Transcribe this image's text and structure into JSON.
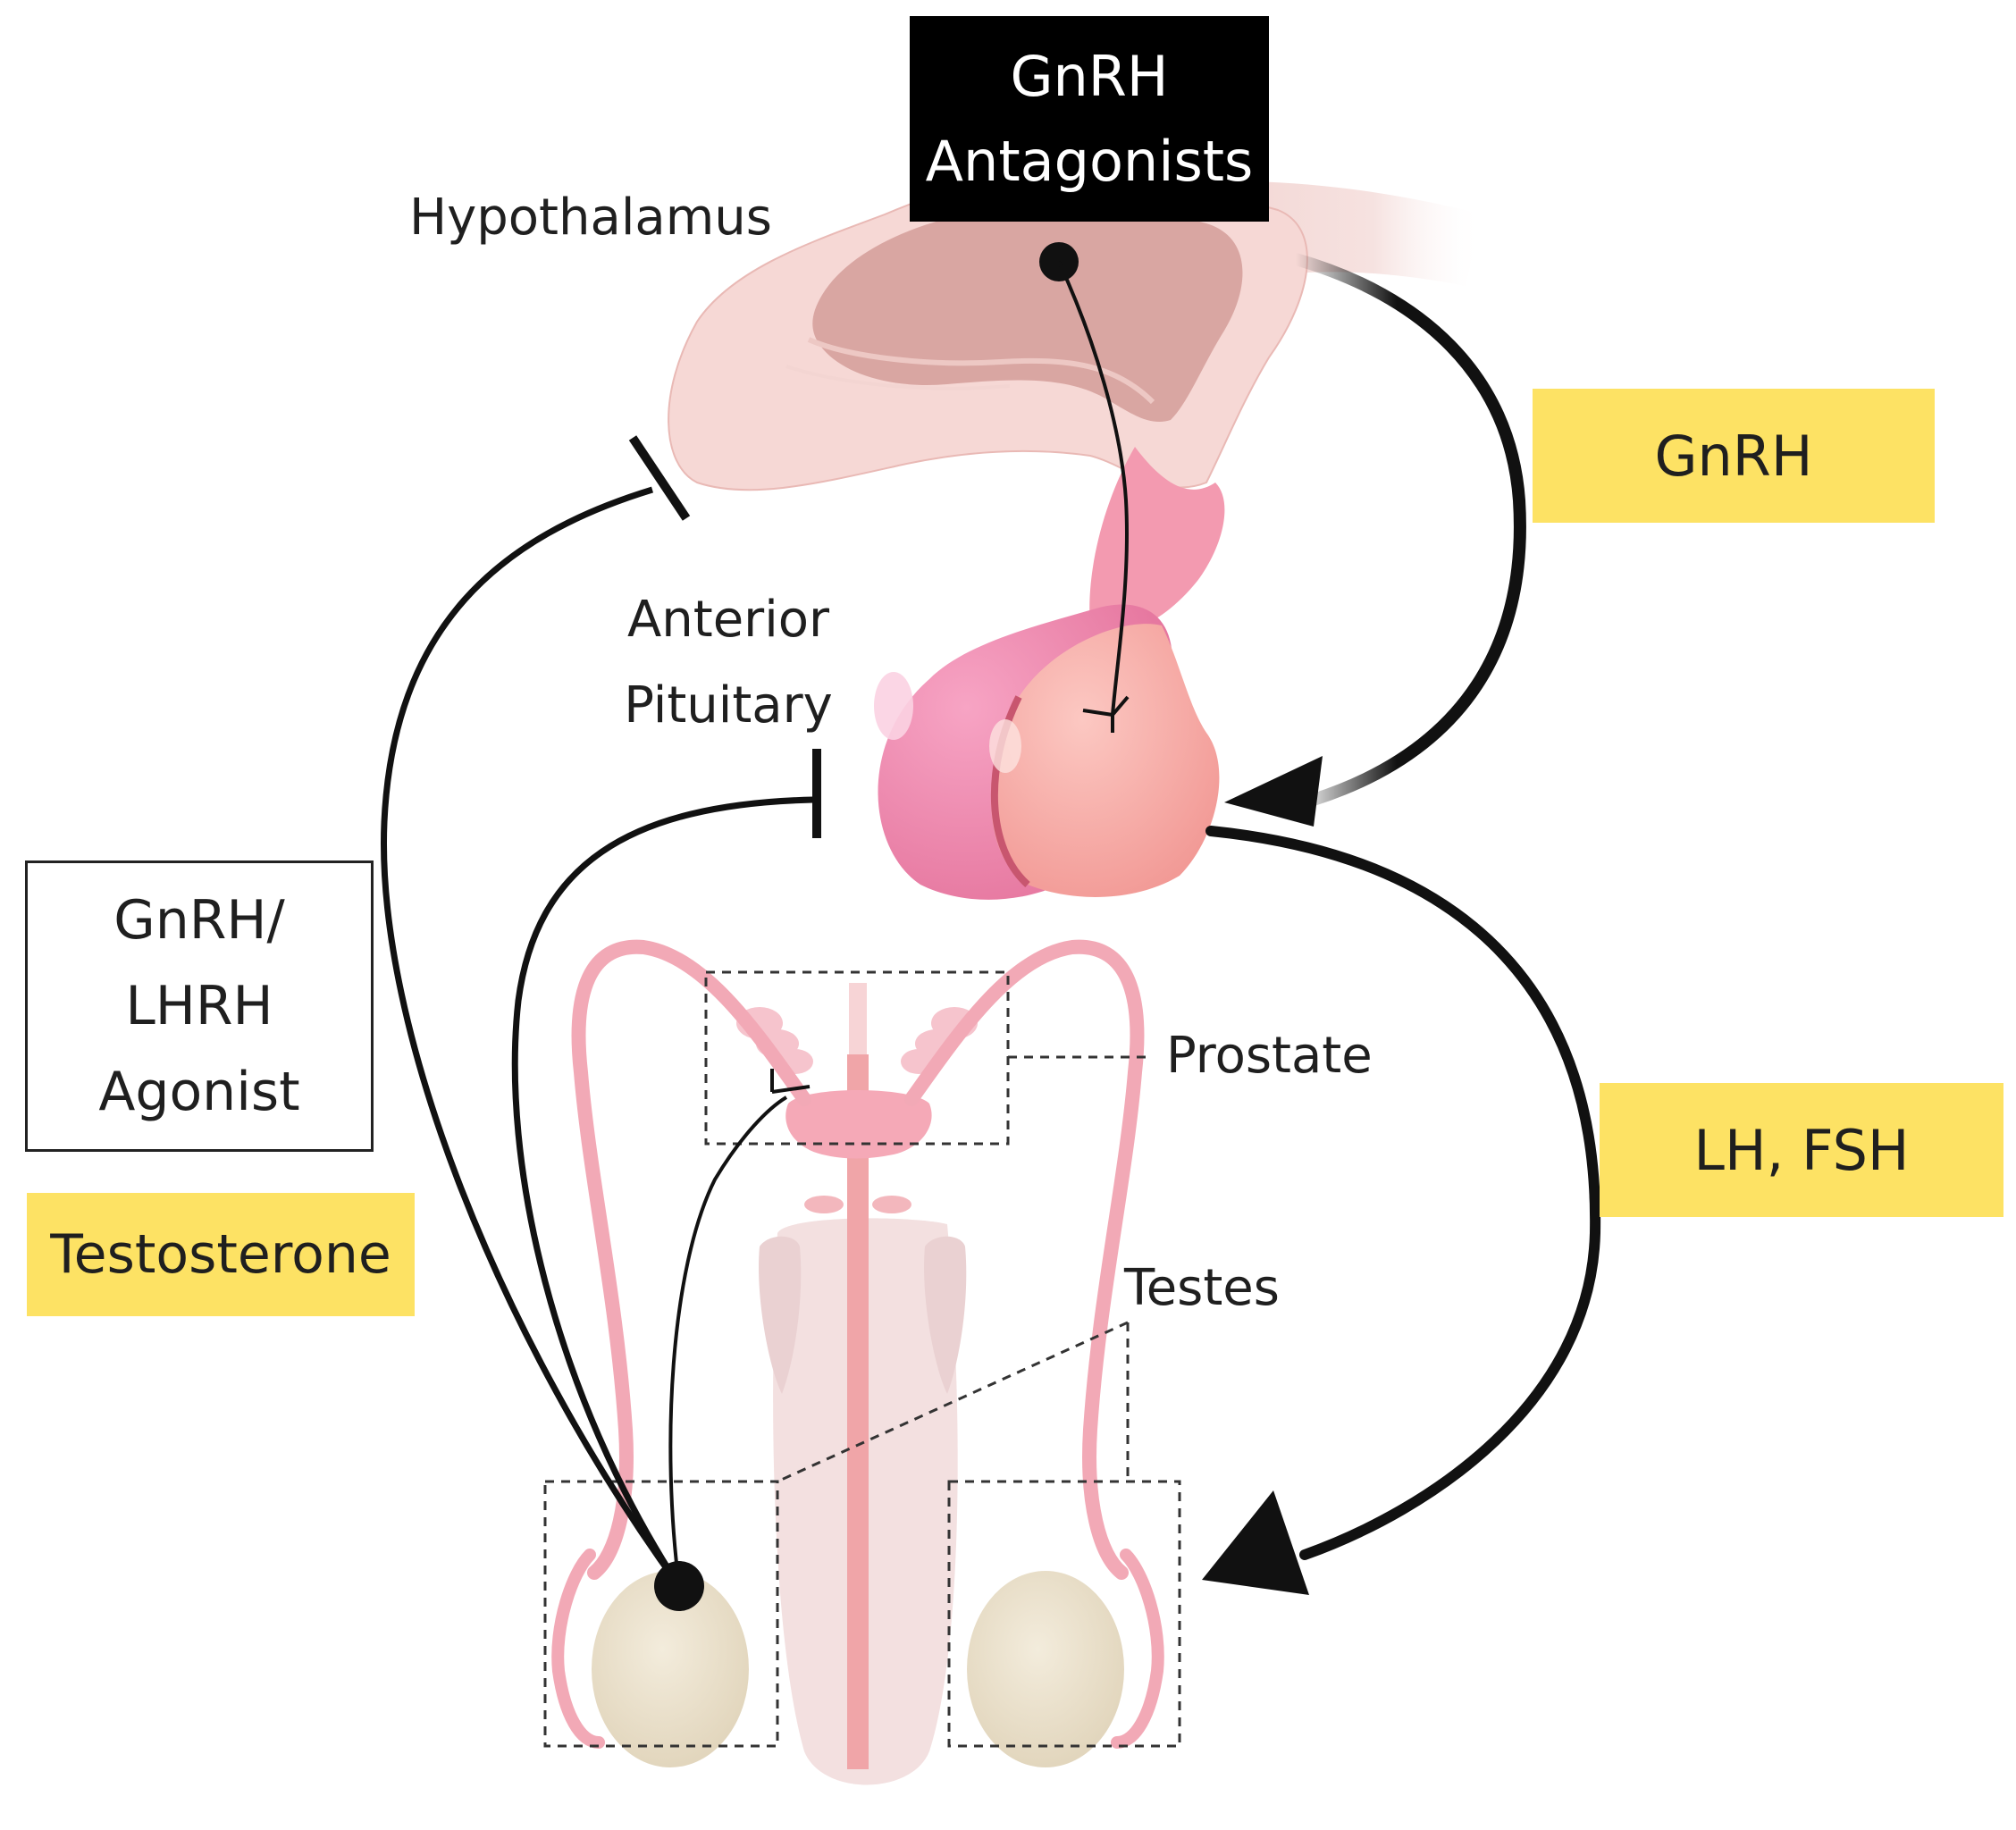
{
  "labels": {
    "gnrh_antagonists_line1": "GnRH",
    "gnrh_antagonists_line2": "Antagonists",
    "hypothalamus": "Hypothalamus",
    "gnrh": "GnRH",
    "anterior_pituitary_line1": "Anterior",
    "anterior_pituitary_line2": "Pituitary",
    "agonist_line1": "GnRH/",
    "agonist_line2": "LHRH",
    "agonist_line3": "Agonist",
    "testosterone": "Testosterone",
    "prostate": "Prostate",
    "lh_fsh": "LH, FSH",
    "testes": "Testes"
  },
  "colors": {
    "highlight_yellow": "#fde264",
    "antagonist_box": "#000000",
    "arrow": "#111111",
    "hypothalamus_light": "#f6d6d3",
    "hypothalamus_dark": "#d9a09c",
    "pituitary_front": "#f7aaa4",
    "pituitary_back": "#ec7fa6",
    "reproductive_pink": "#f4a6b4",
    "penis_light": "#f3dfe0",
    "testis": "#ece3cf"
  }
}
